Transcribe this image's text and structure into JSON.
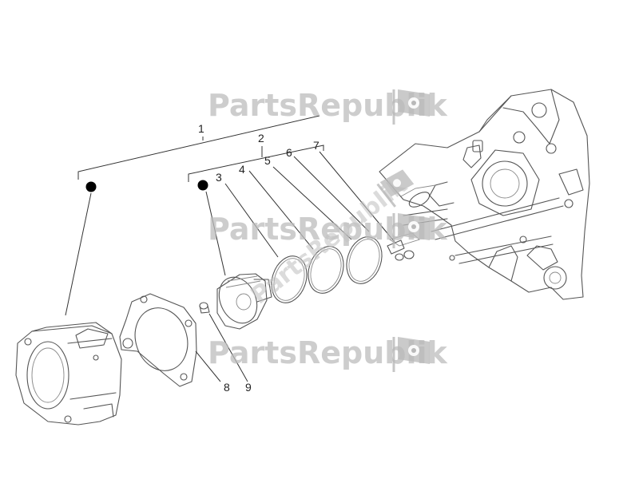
{
  "watermark": {
    "brand_text": "PartsRepublik",
    "icon": "gear-flag-icon",
    "color": "#bdbdbd"
  },
  "callouts": {
    "c1": "1",
    "c2": "2",
    "c3": "3",
    "c4": "4",
    "c5": "5",
    "c6": "6",
    "c7": "7",
    "c8": "8",
    "c9": "9"
  },
  "colors": {
    "line": "#555555",
    "text": "#222222",
    "marker": "#000000"
  }
}
